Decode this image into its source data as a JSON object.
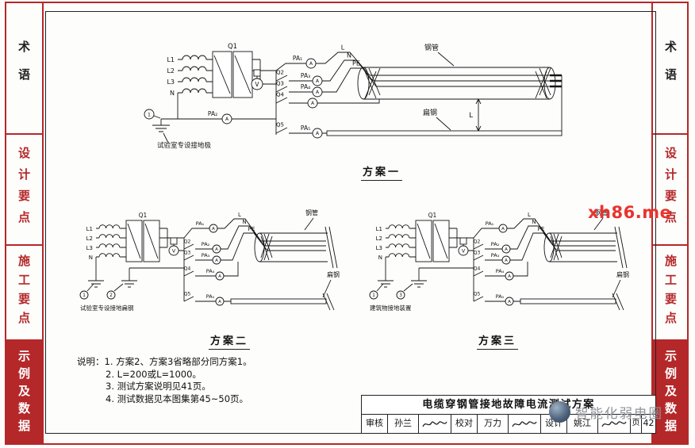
{
  "sidebar": {
    "items": [
      {
        "label": "术语"
      },
      {
        "label": "设计要点"
      },
      {
        "label": "施工要点"
      },
      {
        "label": "示例及数据"
      }
    ]
  },
  "labels": {
    "l1": "L1",
    "l2": "L2",
    "l3": "L3",
    "n": "N",
    "q1": "Q1",
    "q2": "Q2",
    "q3": "Q3",
    "q4": "Q4",
    "q5": "Q5",
    "v": "V",
    "a": "A",
    "pa1": "PA₁",
    "pa2": "PA₂",
    "pa3": "PA₃",
    "pa4": "PA₄",
    "pa5": "PA₅",
    "line_l": "L",
    "line_n": "N",
    "line_pe": "PE",
    "steel_pipe": "钢管",
    "flat_steel": "扁钢",
    "dim_l": "L",
    "mark1": "1",
    "mark2": "2",
    "mark3": "3"
  },
  "schemes": {
    "one": {
      "title": "方案一",
      "ground_label": "试验室专设接地极"
    },
    "two": {
      "title": "方案二",
      "ground_label": "试验室专设接地扁钢"
    },
    "three": {
      "title": "方案三",
      "ground_label": "建筑物接地装置"
    }
  },
  "notes": {
    "line1": "说明：1. 方案2、方案3省略部分同方案1。",
    "line2": "2. L=200或L=1000。",
    "line3": "3. 测试方案说明见41页。",
    "line4": "4. 测试数据见本图集第45~50页。"
  },
  "title_block": {
    "title": "电缆穿钢管接地故障电流测试方案",
    "review_label": "审核",
    "review_name": "孙兰",
    "check_label": "校对",
    "check_name": "万力",
    "design_label": "设计",
    "design_name": "姚江",
    "page_label": "页",
    "page_number": "42"
  },
  "watermarks": {
    "site": "xh86.me",
    "brand": "智能化弱电圈"
  }
}
